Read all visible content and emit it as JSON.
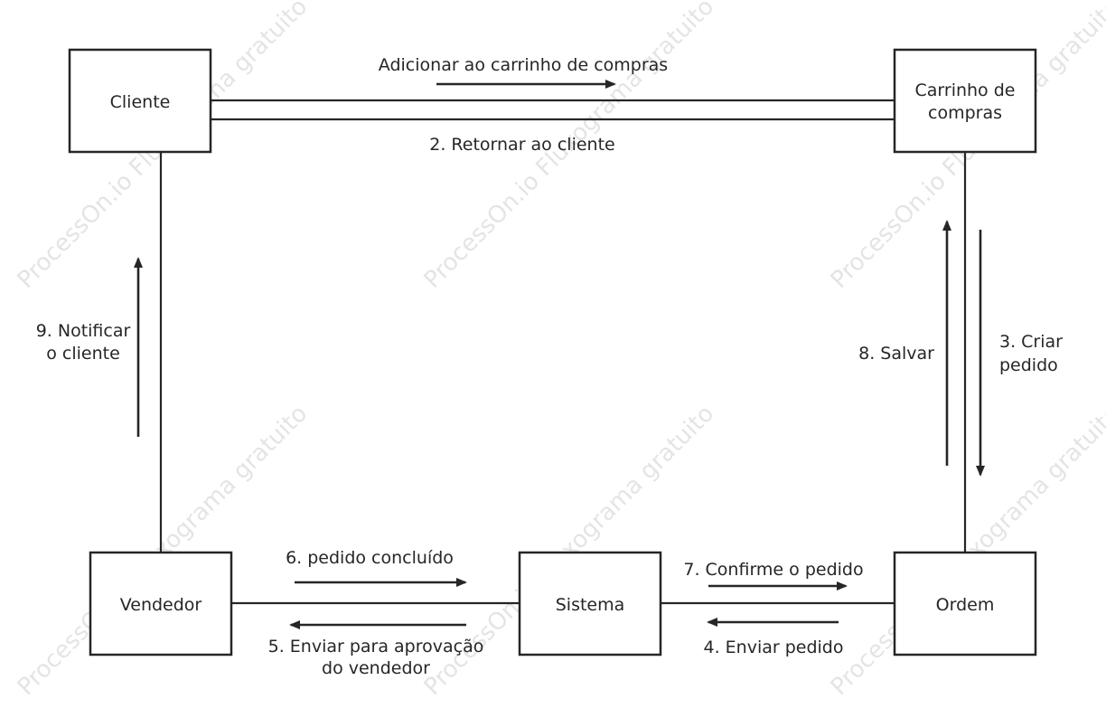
{
  "diagram": {
    "nodes": {
      "cliente": {
        "label": "Cliente"
      },
      "carrinho": {
        "line1": "Carrinho de",
        "line2": "compras"
      },
      "vendedor": {
        "label": "Vendedor"
      },
      "sistema": {
        "label": "Sistema"
      },
      "ordem": {
        "label": "Ordem"
      }
    },
    "edges": {
      "add_cart": {
        "label": "Adicionar ao carrinho de compras"
      },
      "return_client": {
        "label": "2. Retornar ao cliente"
      },
      "create_order": {
        "line1": "3. Criar",
        "line2": "pedido"
      },
      "send_order": {
        "label": "4. Enviar pedido"
      },
      "send_approval": {
        "line1": "5. Enviar para aprovação",
        "line2": "do vendedor"
      },
      "order_done": {
        "label": "6. pedido concluído"
      },
      "confirm_order": {
        "label": "7. Confirme o pedido"
      },
      "save": {
        "label": "8. Salvar"
      },
      "notify_client": {
        "line1": "9. Notificar",
        "line2": "o cliente"
      }
    }
  },
  "watermark": {
    "text": "ProcessOn.io Fluxograma gratuito"
  },
  "colors": {
    "stroke": "#262626",
    "background": "#ffffff",
    "watermark": "#cfcfcf"
  }
}
